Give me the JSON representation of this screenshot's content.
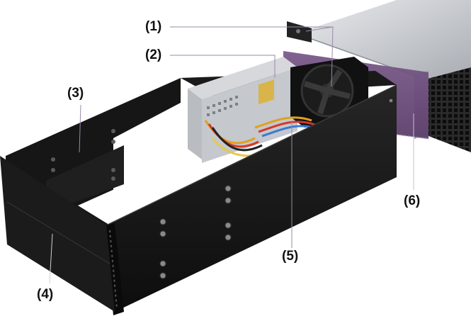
{
  "callouts": [
    {
      "label": "(1)"
    },
    {
      "label": "(2)"
    },
    {
      "label": "(3)"
    },
    {
      "label": "(4)"
    },
    {
      "label": "(5)"
    },
    {
      "label": "(6)"
    }
  ],
  "colors": {
    "background": "#ffffff",
    "chassis_black": "#141414",
    "server_silver": "#c9ccd1",
    "purple_panel": "#6b4a78",
    "leader_line": "#9a8aa8"
  },
  "icons": [
    "psu-unit",
    "cooling-fan",
    "cable-bundle",
    "rack-ear"
  ]
}
